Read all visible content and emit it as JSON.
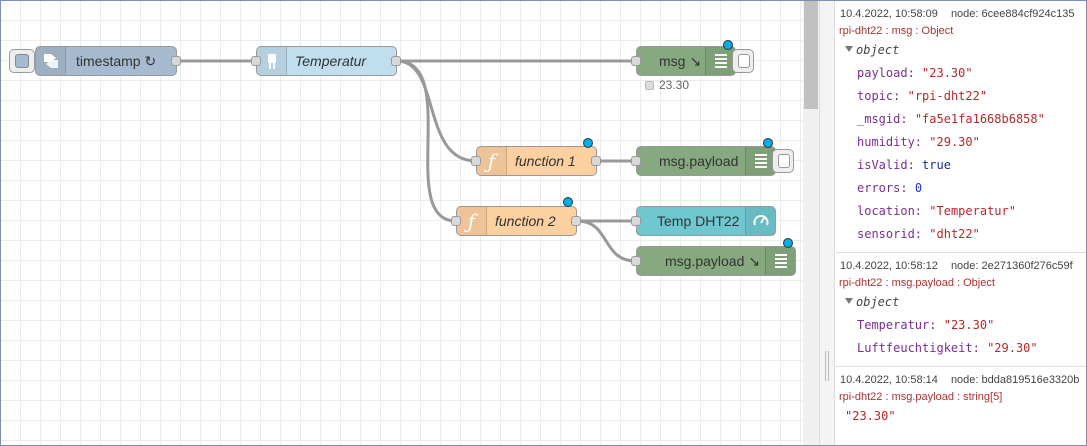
{
  "flow": {
    "nodes": {
      "timestamp": {
        "label": "timestamp ↻"
      },
      "temperatur": {
        "label": "Temperatur"
      },
      "msg_debug": {
        "label": "msg ↘",
        "status_text": "23.30"
      },
      "function1": {
        "label": "function 1"
      },
      "msg_payload1": {
        "label": "msg.payload"
      },
      "function2": {
        "label": "function 2"
      },
      "temp_dht22": {
        "label": "Temp DHT22"
      },
      "msg_payload2": {
        "label": "msg.payload ↘"
      }
    },
    "colors": {
      "inject": "#a6bbcf",
      "link": "#c0deed",
      "debug": "#87a980",
      "function": "#fdd0a2",
      "gauge": "#6fc7d0",
      "wire": "#999999",
      "status_dot": "#00aee8"
    }
  },
  "debug_panel": {
    "messages": [
      {
        "date": "10.4.2022, 10:58:09",
        "node": "node: 6cee884cf924c135",
        "topic": "rpi-dht22 : msg : Object",
        "type_label": "object",
        "fields": [
          {
            "key": "payload:",
            "value": "\"23.30\""
          },
          {
            "key": "topic:",
            "value": "\"rpi-dht22\""
          },
          {
            "key": "_msgid:",
            "value": "\"fa5e1fa1668b6858\""
          },
          {
            "key": "humidity:",
            "value": "\"29.30\""
          },
          {
            "key": "isValid:",
            "value": "true"
          },
          {
            "key": "errors:",
            "value": "0"
          },
          {
            "key": "location:",
            "value": "\"Temperatur\""
          },
          {
            "key": "sensorid:",
            "value": "\"dht22\""
          }
        ]
      },
      {
        "date": "10.4.2022, 10:58:12",
        "node": "node: 2e271360f276c59f",
        "topic": "rpi-dht22 : msg.payload : Object",
        "type_label": "object",
        "fields": [
          {
            "key": "Temperatur:",
            "value": "\"23.30\""
          },
          {
            "key": "Luftfeuchtigkeit:",
            "value": "\"29.30\""
          }
        ]
      },
      {
        "date": "10.4.2022, 10:58:14",
        "node": "node: bdda819516e3320b",
        "topic": "rpi-dht22 : msg.payload : string[5]",
        "value": "\"23.30\""
      }
    ]
  }
}
